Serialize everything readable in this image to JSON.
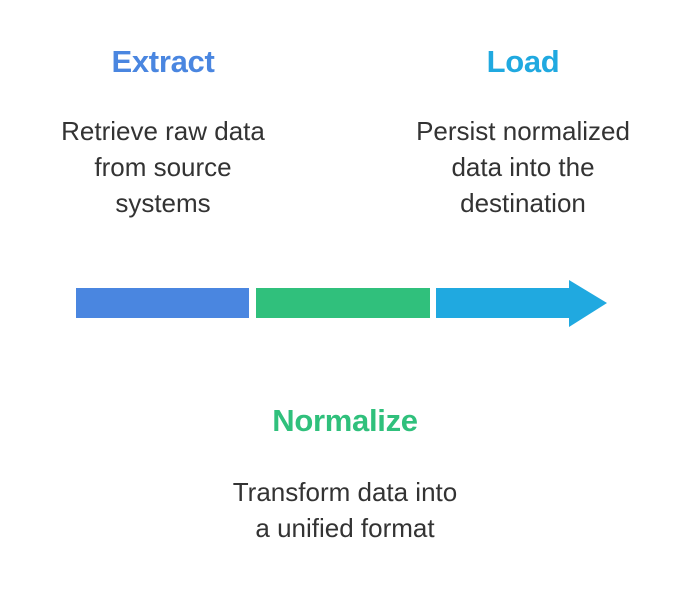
{
  "colors": {
    "extract": "#4a86e0",
    "normalize": "#30c07c",
    "load": "#20a9e0",
    "description_text": "#333333"
  },
  "stages": {
    "extract": {
      "title": "Extract",
      "description_lines": [
        "Retrieve raw data",
        "from source",
        "systems"
      ]
    },
    "normalize": {
      "title": "Normalize",
      "description_lines": [
        "Transform data into",
        "a unified format"
      ]
    },
    "load": {
      "title": "Load",
      "description_lines": [
        "Persist normalized",
        "data into the",
        "destination"
      ]
    }
  }
}
